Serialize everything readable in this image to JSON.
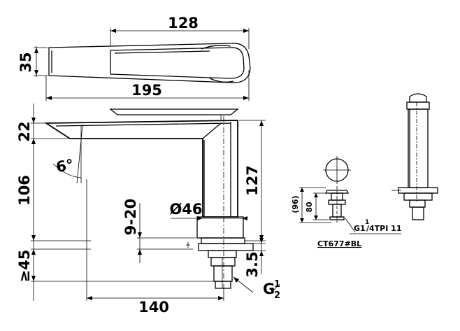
{
  "top_view": {
    "width_dim": "128",
    "height_dim": "35",
    "total_dim": "195"
  },
  "side_view": {
    "spout_height": "22",
    "angle": "6°",
    "body_height": "106",
    "tall_dim": "127",
    "range": "9-20",
    "diameter": "Ø46",
    "thick": "≥45",
    "gap": "3.5",
    "reach": "140",
    "thread_prefix": "G",
    "thread_num": "1",
    "thread_den": "2"
  },
  "drain": {
    "paren_dim": "(96)",
    "height_dim": "80",
    "thread_label": "G1",
    "thread_sup": "1",
    "thread_rest": "/4TPI 11",
    "model": "CT677#BL"
  }
}
